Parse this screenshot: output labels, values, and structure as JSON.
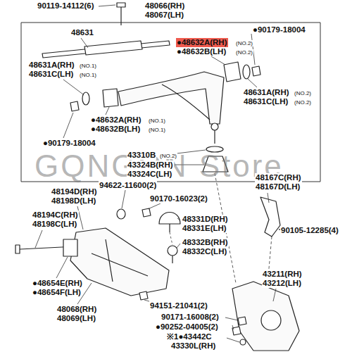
{
  "diagram": {
    "labels": [
      "90119-14112(6)",
      "48066(RH)",
      "48067(LH)",
      "48631",
      "●90179-18004",
      "●48632A(RH)",
      "(NO.2)",
      "●48632B(LH)",
      "(NO.2)",
      "48631A(RH)",
      "(NO.1)",
      "48631C(LH)",
      "(NO.1)",
      "48631A(RH)",
      "(NO.2)",
      "48631C(LH)",
      "(NO.2)",
      "●48632A(RH)",
      "(NO.1)",
      "●48632B(LH)",
      "(NO.1)",
      "●90179-18004",
      "43310B",
      "(NO.2)",
      "43324B(RH)",
      "43324C(LH)",
      "GQNGON Store",
      "94622-11600(2)",
      "48167C(RH)",
      "48167D(LH)",
      "48194D(RH)",
      "48198D(LH)",
      "90170-16023(2)",
      "48194C(RH)",
      "48198C(LH)",
      "48331D(RH)",
      "48331E(LH)",
      "90105-12285(4)",
      "48332B(RH)",
      "48332C(LH)",
      "43211(RH)",
      "43212(LH)",
      "●48654E(RH)",
      "●48654F(LH)",
      "94151-21041(2)",
      "48068(RH)",
      "48069(LH)",
      "90171-16008(2)",
      "●90252-04005(2)",
      "※1●43442C",
      "43330L(RH)"
    ]
  }
}
